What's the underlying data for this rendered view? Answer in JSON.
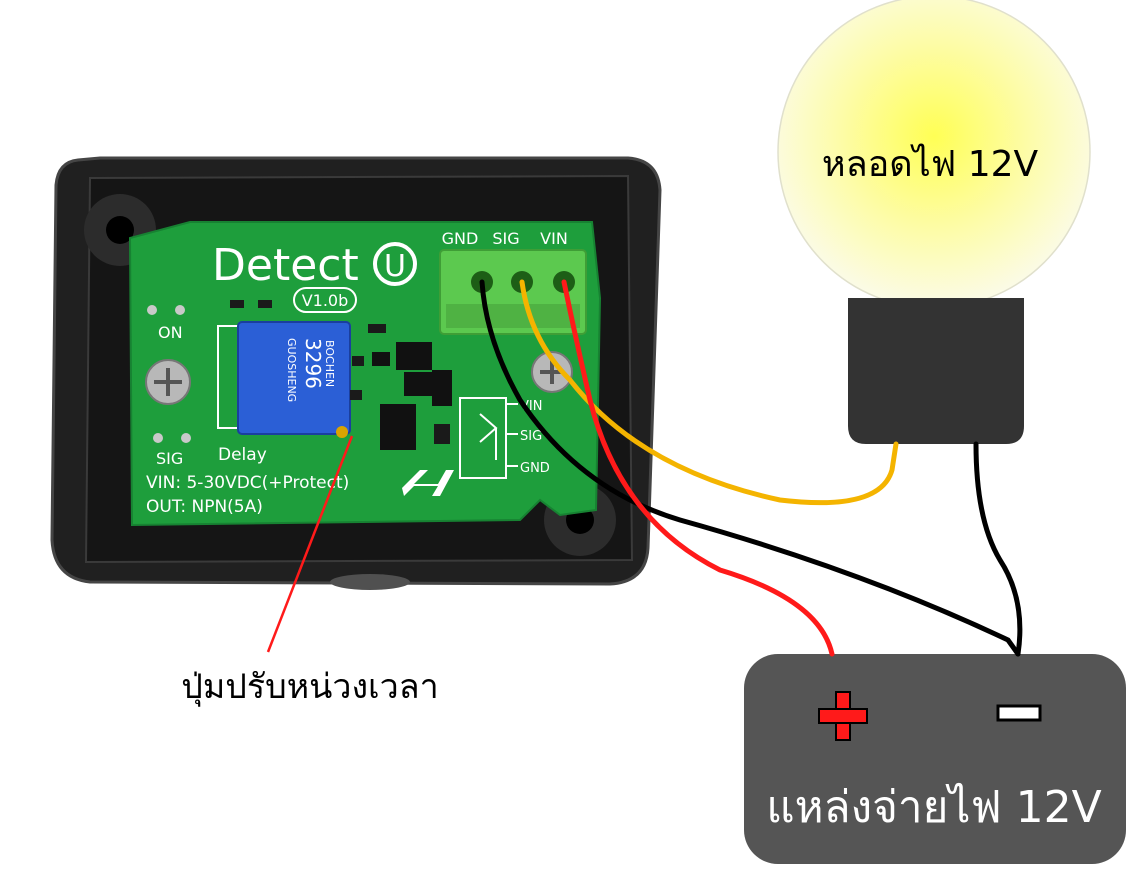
{
  "board": {
    "brand": "Detect",
    "brand_logo_letter": "U",
    "version": "V1.0b",
    "label_on": "ON",
    "label_sig": "SIG",
    "label_delay": "Delay",
    "spec_vin": "VIN: 5-30VDC(+Protect)",
    "spec_out": "OUT: NPN(5A)",
    "pot_brand": "BOCHEN",
    "pot_model": "3296",
    "pot_maker": "GUOSHENG",
    "terminal_labels": [
      "GND",
      "SIG",
      "VIN"
    ],
    "relay_labels": [
      "VIN",
      "SIG",
      "GND"
    ]
  },
  "lamp": {
    "label": "หลอดไฟ 12V"
  },
  "supply": {
    "label": "แหล่งจ่ายไฟ 12V",
    "plus_symbol": "+",
    "minus_symbol": "−"
  },
  "callout": {
    "label": "ปุ่มปรับหน่วงเวลา"
  },
  "colors": {
    "wire_black": "#000000",
    "wire_yellow": "#f4b400",
    "wire_red": "#ff1a1a",
    "pcb_green": "#1e9e3c",
    "terminal_green": "#5cc94f",
    "supply_box": "#555555",
    "lamp_socket": "#333333"
  }
}
